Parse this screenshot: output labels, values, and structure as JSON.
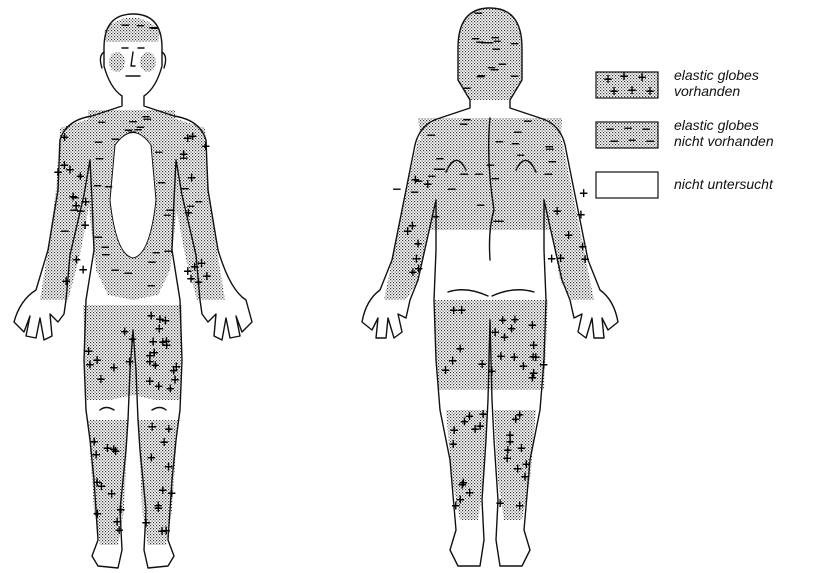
{
  "legend": {
    "items": [
      {
        "key": "present",
        "line1": "elastic globes",
        "line2": "vorhanden"
      },
      {
        "key": "absent",
        "line1": "elastic globes",
        "line2": "nicht vorhanden"
      },
      {
        "key": "not_examined",
        "line1": "nicht  untersucht",
        "line2": ""
      }
    ]
  },
  "colors": {
    "stipple_dot": "#000000",
    "outline": "#111111",
    "background": "#ffffff"
  },
  "views": [
    "front-view",
    "back-view"
  ]
}
